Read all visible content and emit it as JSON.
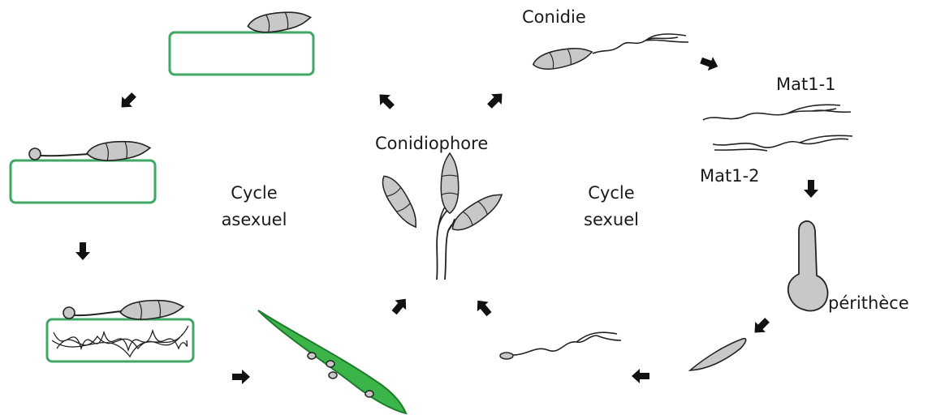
{
  "labels": {
    "conidie": "Conidie",
    "mat1_1": "Mat1-1",
    "mat1_2": "Mat1-2",
    "conidiophore": "Conidiophore",
    "perithece": "périthèce",
    "cycle_asexuel": [
      "Cycle",
      "asexuel"
    ],
    "cycle_sexuel": [
      "Cycle",
      "sexuel"
    ]
  },
  "colors": {
    "leaf_green": "#3bb54a",
    "leaf_outline": "#1f7a2c",
    "box_outline": "#3fa864",
    "spore_gray": "#c8c8c8",
    "outline": "#222222",
    "arrow": "#111111"
  },
  "icons": [
    "arrow-icon",
    "conidium-icon",
    "leaf-icon",
    "perithecium-icon",
    "hypha-icon"
  ]
}
